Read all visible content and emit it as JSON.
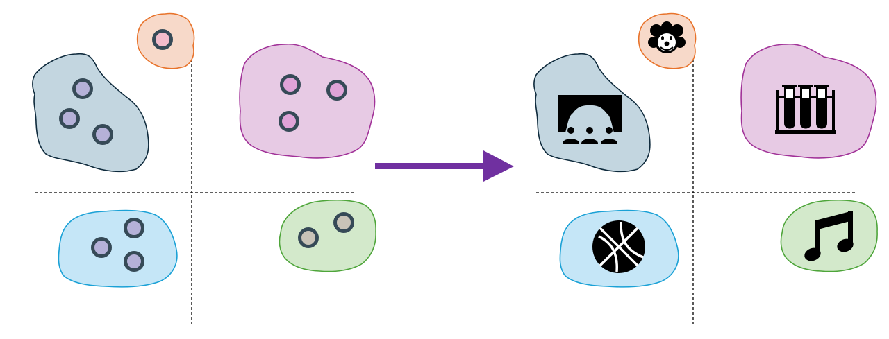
{
  "colors": {
    "orange": {
      "fill": "#f7d9c9",
      "stroke": "#e8732b"
    },
    "steel": {
      "fill": "#c3d6e0",
      "stroke": "#0e2a3c"
    },
    "magenta": {
      "fill": "#e7cae4",
      "stroke": "#a13298"
    },
    "sky": {
      "fill": "#c5e6f7",
      "stroke": "#1aa1d6"
    },
    "green": {
      "fill": "#d3e9cb",
      "stroke": "#4ea53a"
    },
    "arrow": "#7030a0",
    "dot_stroke": "#364a57",
    "dot_pink": "#f2bccb",
    "dot_lavender": "#b5b1d8",
    "dot_orchid": "#dfa3d8",
    "dot_grey": "#c9c3b8",
    "icon": "#000000"
  },
  "left_panel": {
    "clusters": [
      {
        "id": "cluster-orange",
        "color": "orange",
        "members": 1
      },
      {
        "id": "cluster-steel",
        "color": "steel",
        "members": 3
      },
      {
        "id": "cluster-magenta",
        "color": "magenta",
        "members": 3
      },
      {
        "id": "cluster-sky",
        "color": "sky",
        "members": 3
      },
      {
        "id": "cluster-green",
        "color": "green",
        "members": 2
      }
    ]
  },
  "right_panel": {
    "clusters": [
      {
        "id": "cluster-orange",
        "color": "orange",
        "icon": "clown-icon"
      },
      {
        "id": "cluster-steel",
        "color": "steel",
        "icon": "theater-stage-icon"
      },
      {
        "id": "cluster-magenta",
        "color": "magenta",
        "icon": "test-tubes-icon"
      },
      {
        "id": "cluster-sky",
        "color": "sky",
        "icon": "basketball-icon"
      },
      {
        "id": "cluster-green",
        "color": "green",
        "icon": "music-note-icon"
      }
    ]
  },
  "transition": {
    "icon": "right-arrow-icon"
  }
}
